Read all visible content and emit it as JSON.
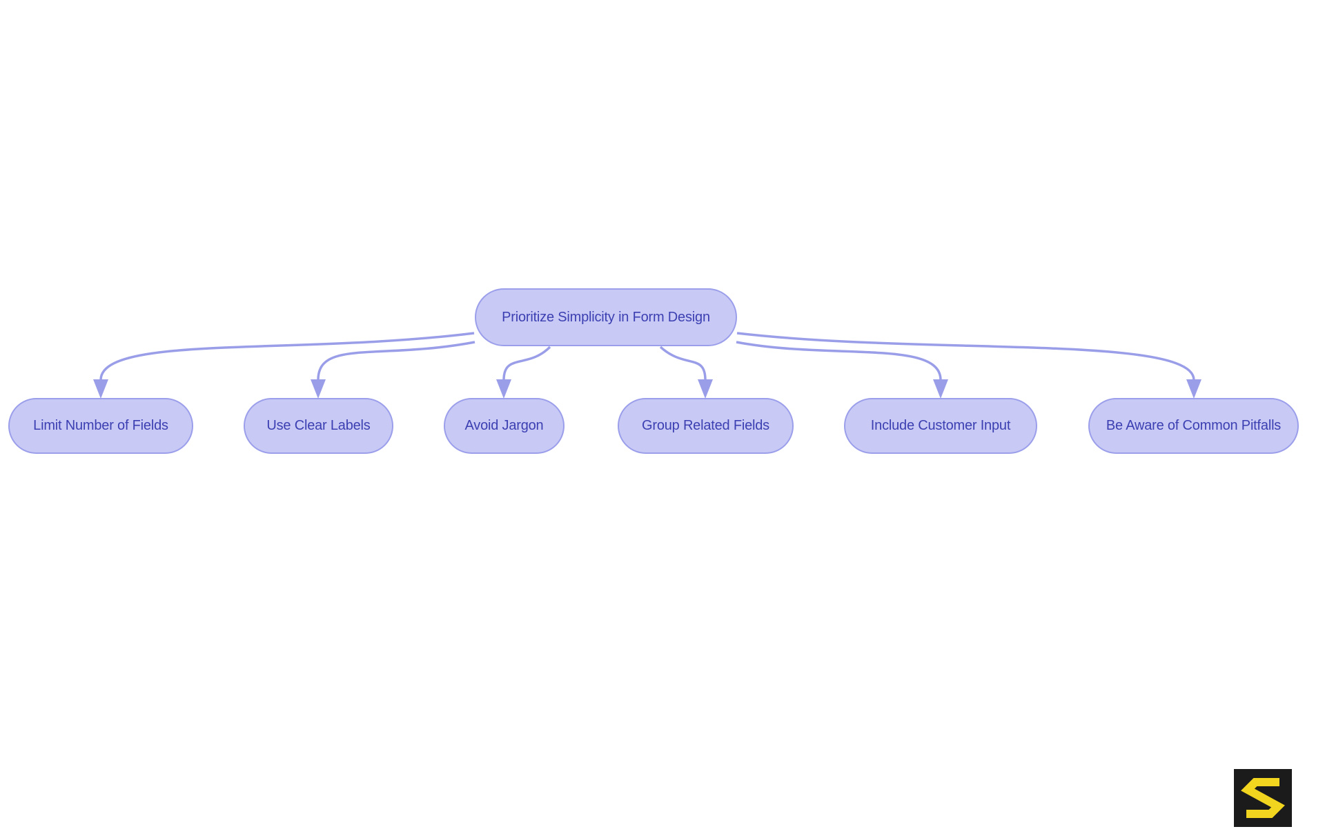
{
  "diagram": {
    "type": "flowchart",
    "root": {
      "label": "Prioritize Simplicity in Form Design"
    },
    "children": [
      {
        "label": "Limit Number of Fields"
      },
      {
        "label": "Use Clear Labels"
      },
      {
        "label": "Avoid Jargon"
      },
      {
        "label": "Group Related Fields"
      },
      {
        "label": "Include Customer Input"
      },
      {
        "label": "Be Aware of Common Pitfalls"
      }
    ],
    "edges": [
      {
        "from": "Prioritize Simplicity in Form Design",
        "to": "Limit Number of Fields"
      },
      {
        "from": "Prioritize Simplicity in Form Design",
        "to": "Use Clear Labels"
      },
      {
        "from": "Prioritize Simplicity in Form Design",
        "to": "Avoid Jargon"
      },
      {
        "from": "Prioritize Simplicity in Form Design",
        "to": "Group Related Fields"
      },
      {
        "from": "Prioritize Simplicity in Form Design",
        "to": "Include Customer Input"
      },
      {
        "from": "Prioritize Simplicity in Form Design",
        "to": "Be Aware of Common Pitfalls"
      }
    ],
    "colors": {
      "node_fill": "#C8CAF5",
      "node_border": "#9B9EEA",
      "node_text": "#3C3FB1",
      "edge": "#9A9EE8",
      "background": "#FFFFFF"
    }
  },
  "branding": {
    "logo_icon": "s-logo-icon",
    "logo_bg": "#1B1B1B",
    "logo_glyph_color": "#F2D51E"
  }
}
